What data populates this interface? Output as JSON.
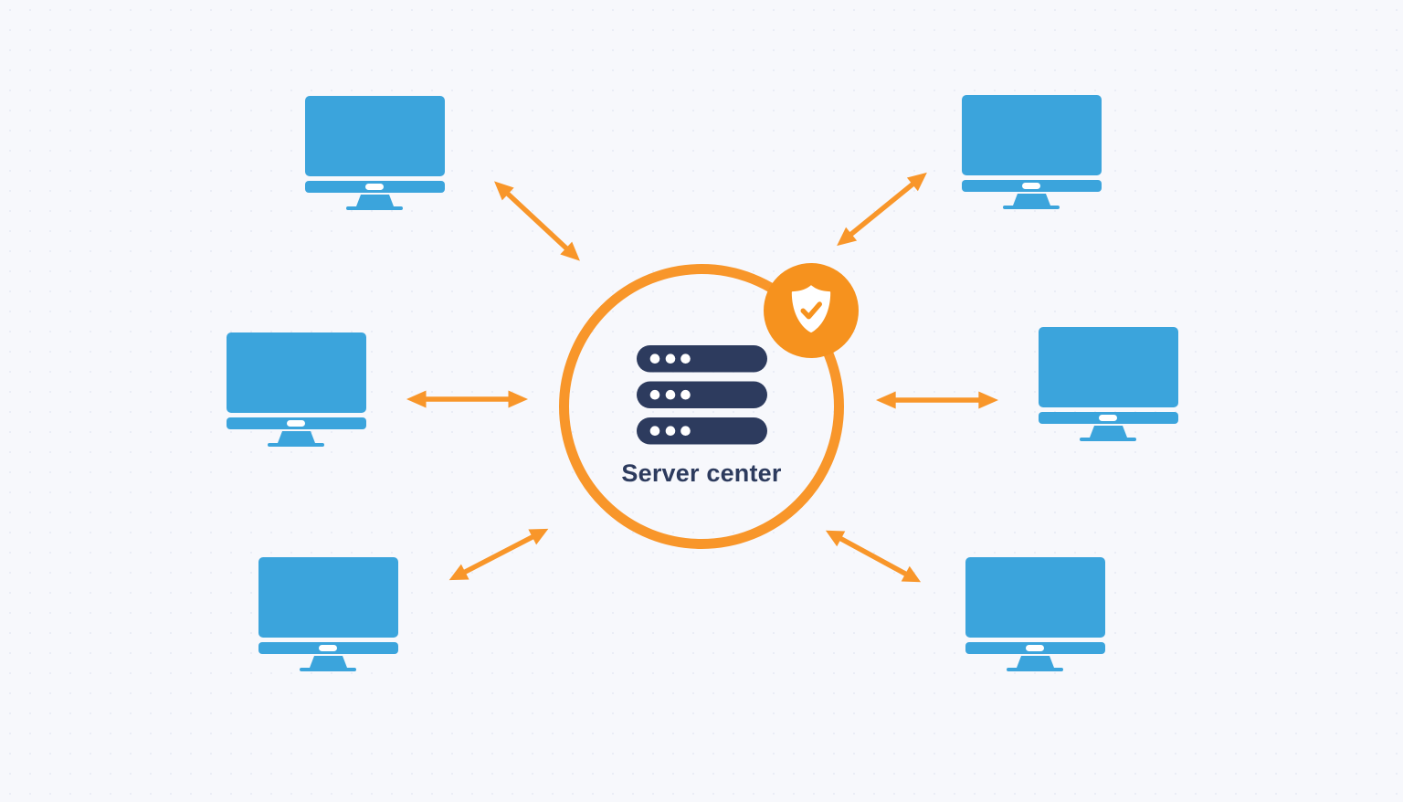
{
  "diagram": {
    "type": "network-topology",
    "center": {
      "label": "Server center",
      "icon": "server-stack-icon",
      "badge_icon": "shield-check-icon"
    },
    "nodes": [
      {
        "id": "computer-top-left",
        "type": "computer",
        "icon": "desktop-monitor-icon"
      },
      {
        "id": "computer-top-right",
        "type": "computer",
        "icon": "desktop-monitor-icon"
      },
      {
        "id": "computer-middle-left",
        "type": "computer",
        "icon": "desktop-monitor-icon"
      },
      {
        "id": "computer-middle-right",
        "type": "computer",
        "icon": "desktop-monitor-icon"
      },
      {
        "id": "computer-bottom-left",
        "type": "computer",
        "icon": "desktop-monitor-icon"
      },
      {
        "id": "computer-bottom-right",
        "type": "computer",
        "icon": "desktop-monitor-icon"
      }
    ],
    "connections": [
      {
        "from": "server-center",
        "to": "computer-top-left",
        "bidirectional": true
      },
      {
        "from": "server-center",
        "to": "computer-top-right",
        "bidirectional": true
      },
      {
        "from": "server-center",
        "to": "computer-middle-left",
        "bidirectional": true
      },
      {
        "from": "server-center",
        "to": "computer-middle-right",
        "bidirectional": true
      },
      {
        "from": "server-center",
        "to": "computer-bottom-left",
        "bidirectional": true
      },
      {
        "from": "server-center",
        "to": "computer-bottom-right",
        "bidirectional": true
      }
    ],
    "colors": {
      "background": "#F7F8FC",
      "computer_blue": "#3BA4DC",
      "accent_orange": "#F8962A",
      "badge_orange": "#F6921E",
      "navy": "#2D3B5E",
      "shield_white": "#FFFFFF"
    }
  }
}
